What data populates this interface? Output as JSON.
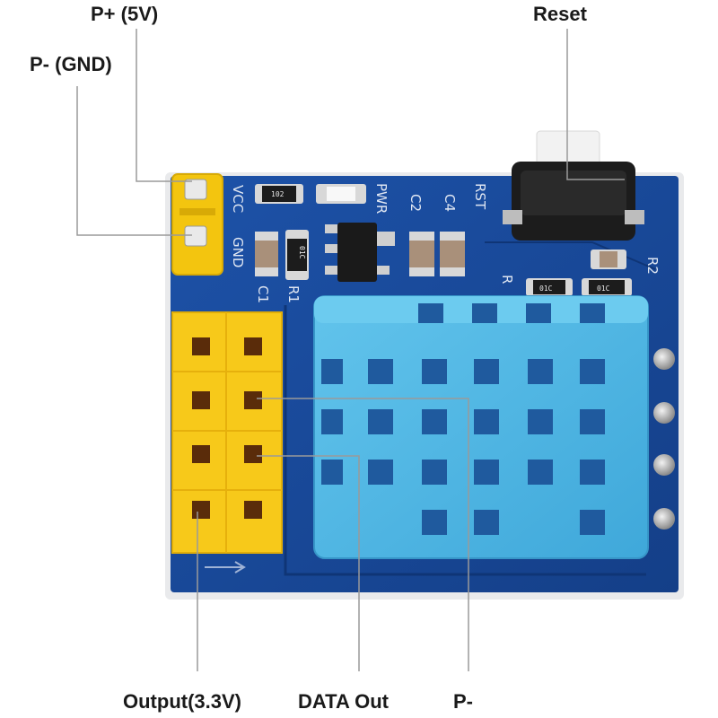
{
  "callouts": {
    "p_plus": "P+ (5V)",
    "p_minus_gnd": "P- (GND)",
    "reset": "Reset",
    "output": "Output(3.3V)",
    "data_out": "DATA Out",
    "p_minus": "P-"
  },
  "silkscreen": {
    "vcc": "VCC",
    "gnd": "GND",
    "pwr": "PWR",
    "rst": "RST",
    "c1": "C1",
    "c2": "C2",
    "c4": "C4",
    "r": "R",
    "r1": "R1",
    "r2": "R2"
  },
  "component_labels": {
    "res_102": "102",
    "res_01c": "01C",
    "res_01c_b": "01C",
    "res_01c_c": "01C"
  },
  "colors": {
    "pcb": "#1a4a9c",
    "header": "#f3c50f",
    "sensor": "#4fb8e6",
    "leader_line": "#9a9a9a"
  }
}
